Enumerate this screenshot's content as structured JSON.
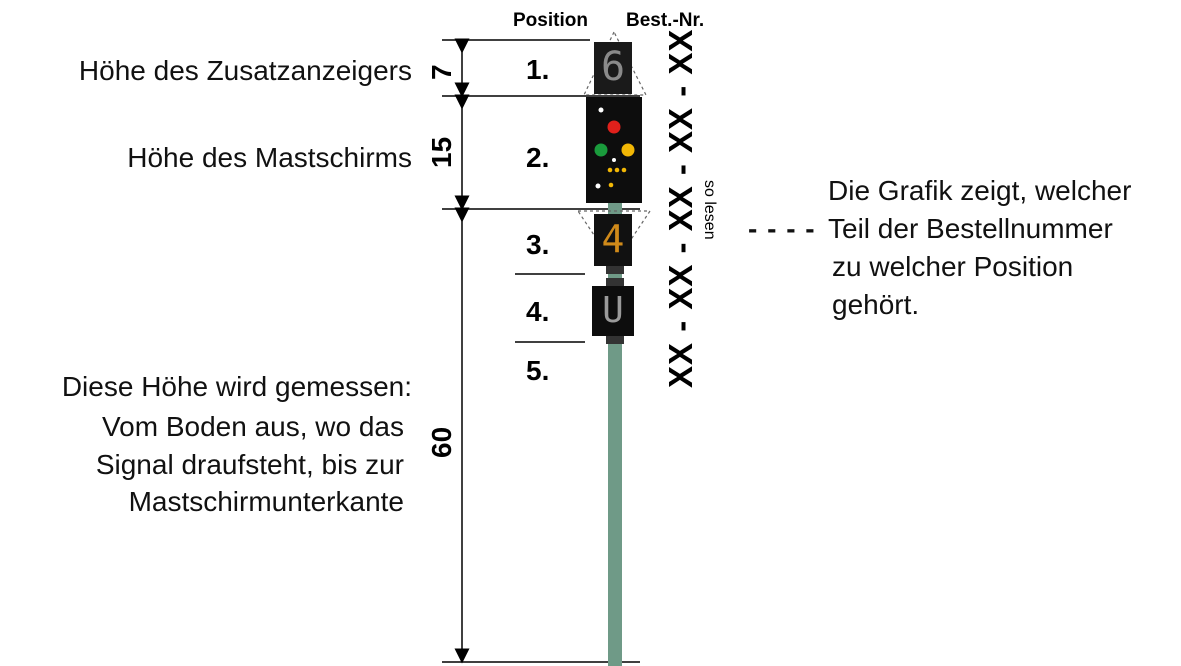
{
  "headers": {
    "position": "Position",
    "order_number": "Best.-Nr."
  },
  "left_labels": {
    "zusatz": "Höhe des Zusatzanzeigers",
    "mastschirm": "Höhe des Mastschirms",
    "measure_lines": [
      "Diese Höhe wird gemessen:",
      "Vom Boden aus, wo das",
      "Signal draufsteht, bis zur",
      "Mastschirmunterkante"
    ]
  },
  "dimensions": {
    "zusatz": "7",
    "mastschirm": "15",
    "mast": "60"
  },
  "positions": [
    "1.",
    "2.",
    "3.",
    "4.",
    "5."
  ],
  "order_number_text": "XX - XX - XX - XX - XX",
  "reading_hint": "so lesen",
  "legend": {
    "dashes": "- - - -",
    "lines": [
      "Die Grafik zeigt, welcher",
      "Teil der Bestellnummer",
      "zu welcher Position",
      "gehört."
    ]
  },
  "indicators": {
    "top_digit": "6",
    "mid_digit": "4",
    "bottom_letter": "U"
  },
  "colors": {
    "mast": "#6f9a87",
    "signal_red": "#e0201b",
    "signal_green": "#1a9b3c",
    "signal_yellow": "#f2b705",
    "panel": "#0d0d0d"
  }
}
